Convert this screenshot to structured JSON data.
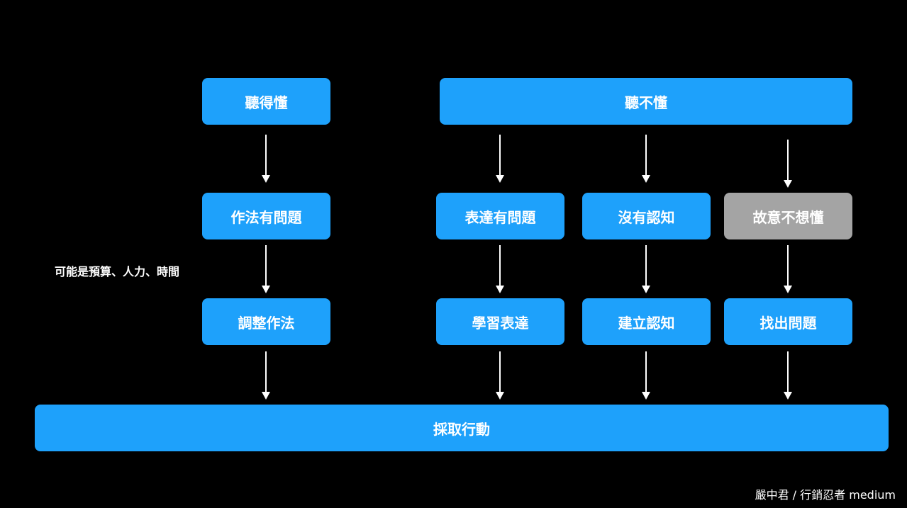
{
  "nodes": {
    "understand": "聽得懂",
    "not_understand": "聽不懂",
    "method_problem": "作法有問題",
    "expression_problem": "表達有問題",
    "no_awareness": "沒有認知",
    "deliberately_not": "故意不想懂",
    "adjust_method": "調整作法",
    "learn_expression": "學習表達",
    "build_awareness": "建立認知",
    "find_problem": "找出問題",
    "take_action": "採取行動"
  },
  "annotation": "可能是預算、人力、時間",
  "credit": "嚴中君 / 行銷忍者 medium",
  "colors": {
    "node": "#1ea1fb",
    "node_muted": "#a4a4a4",
    "background": "#000000",
    "arrow": "#ffffff"
  }
}
